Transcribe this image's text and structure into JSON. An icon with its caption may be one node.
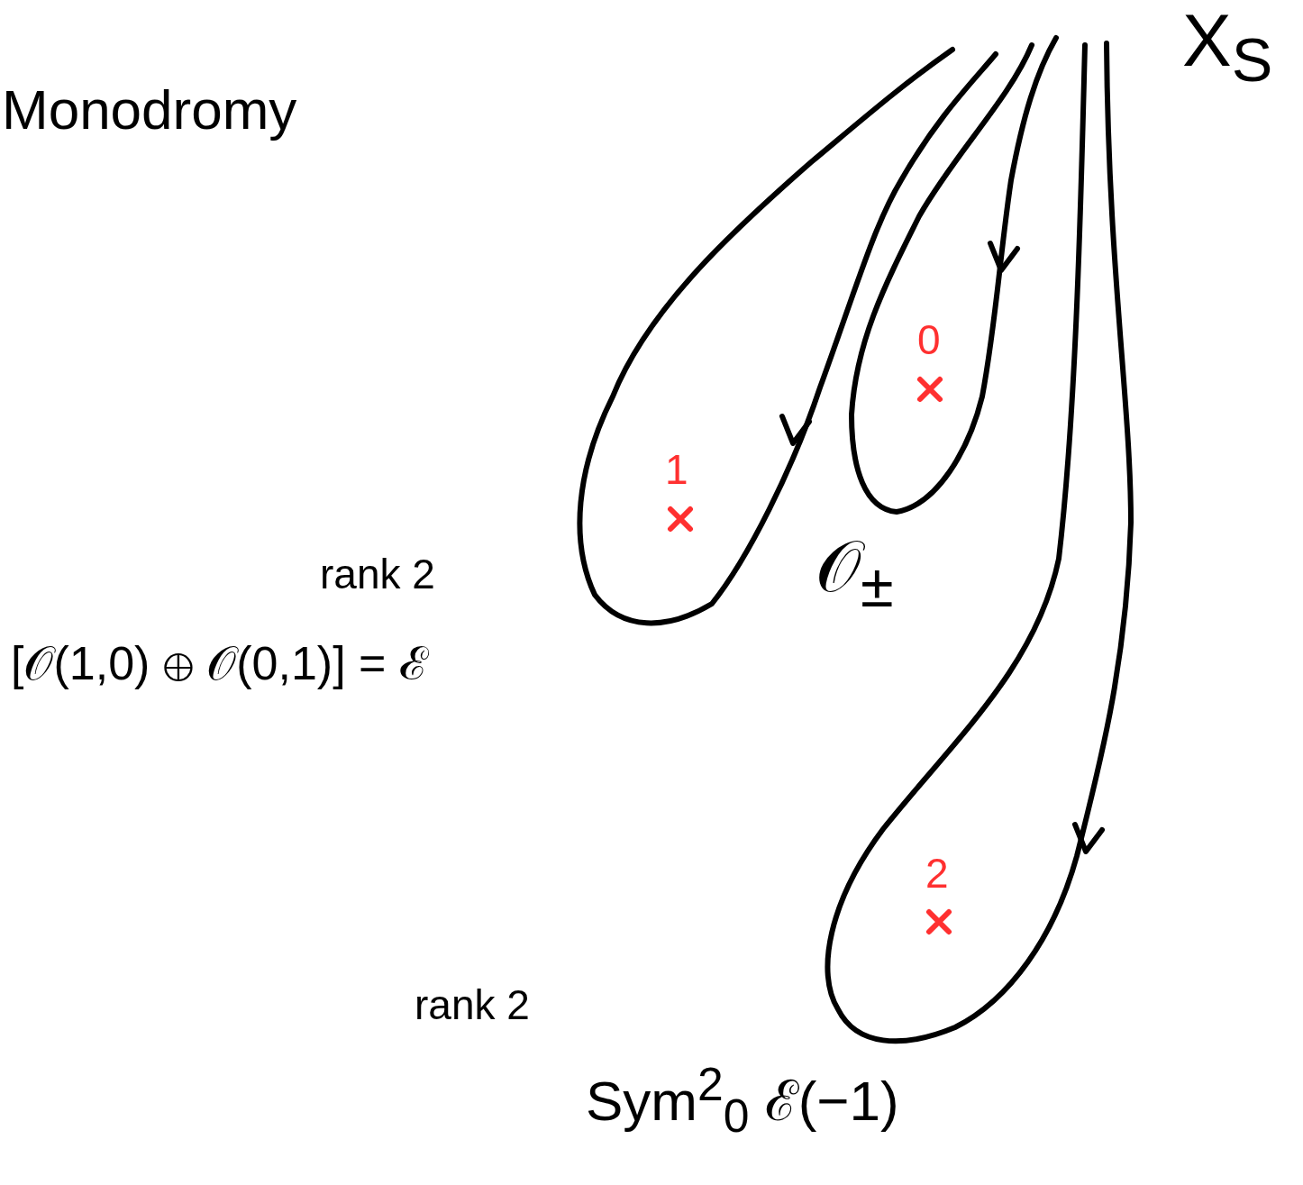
{
  "diagram": {
    "title": "Monodromy",
    "labels": [
      "X$_{S}$",
      "0",
      "1",
      "2",
      "rank 2",
      "[𝒪(1,0) ⊕ 𝒪(0,1)] = ℰ",
      "𝒪$_{±}$",
      "rank 2",
      "Sym$^{2}$$_{0}$ ℰ(−1)"
    ]
  }
}
